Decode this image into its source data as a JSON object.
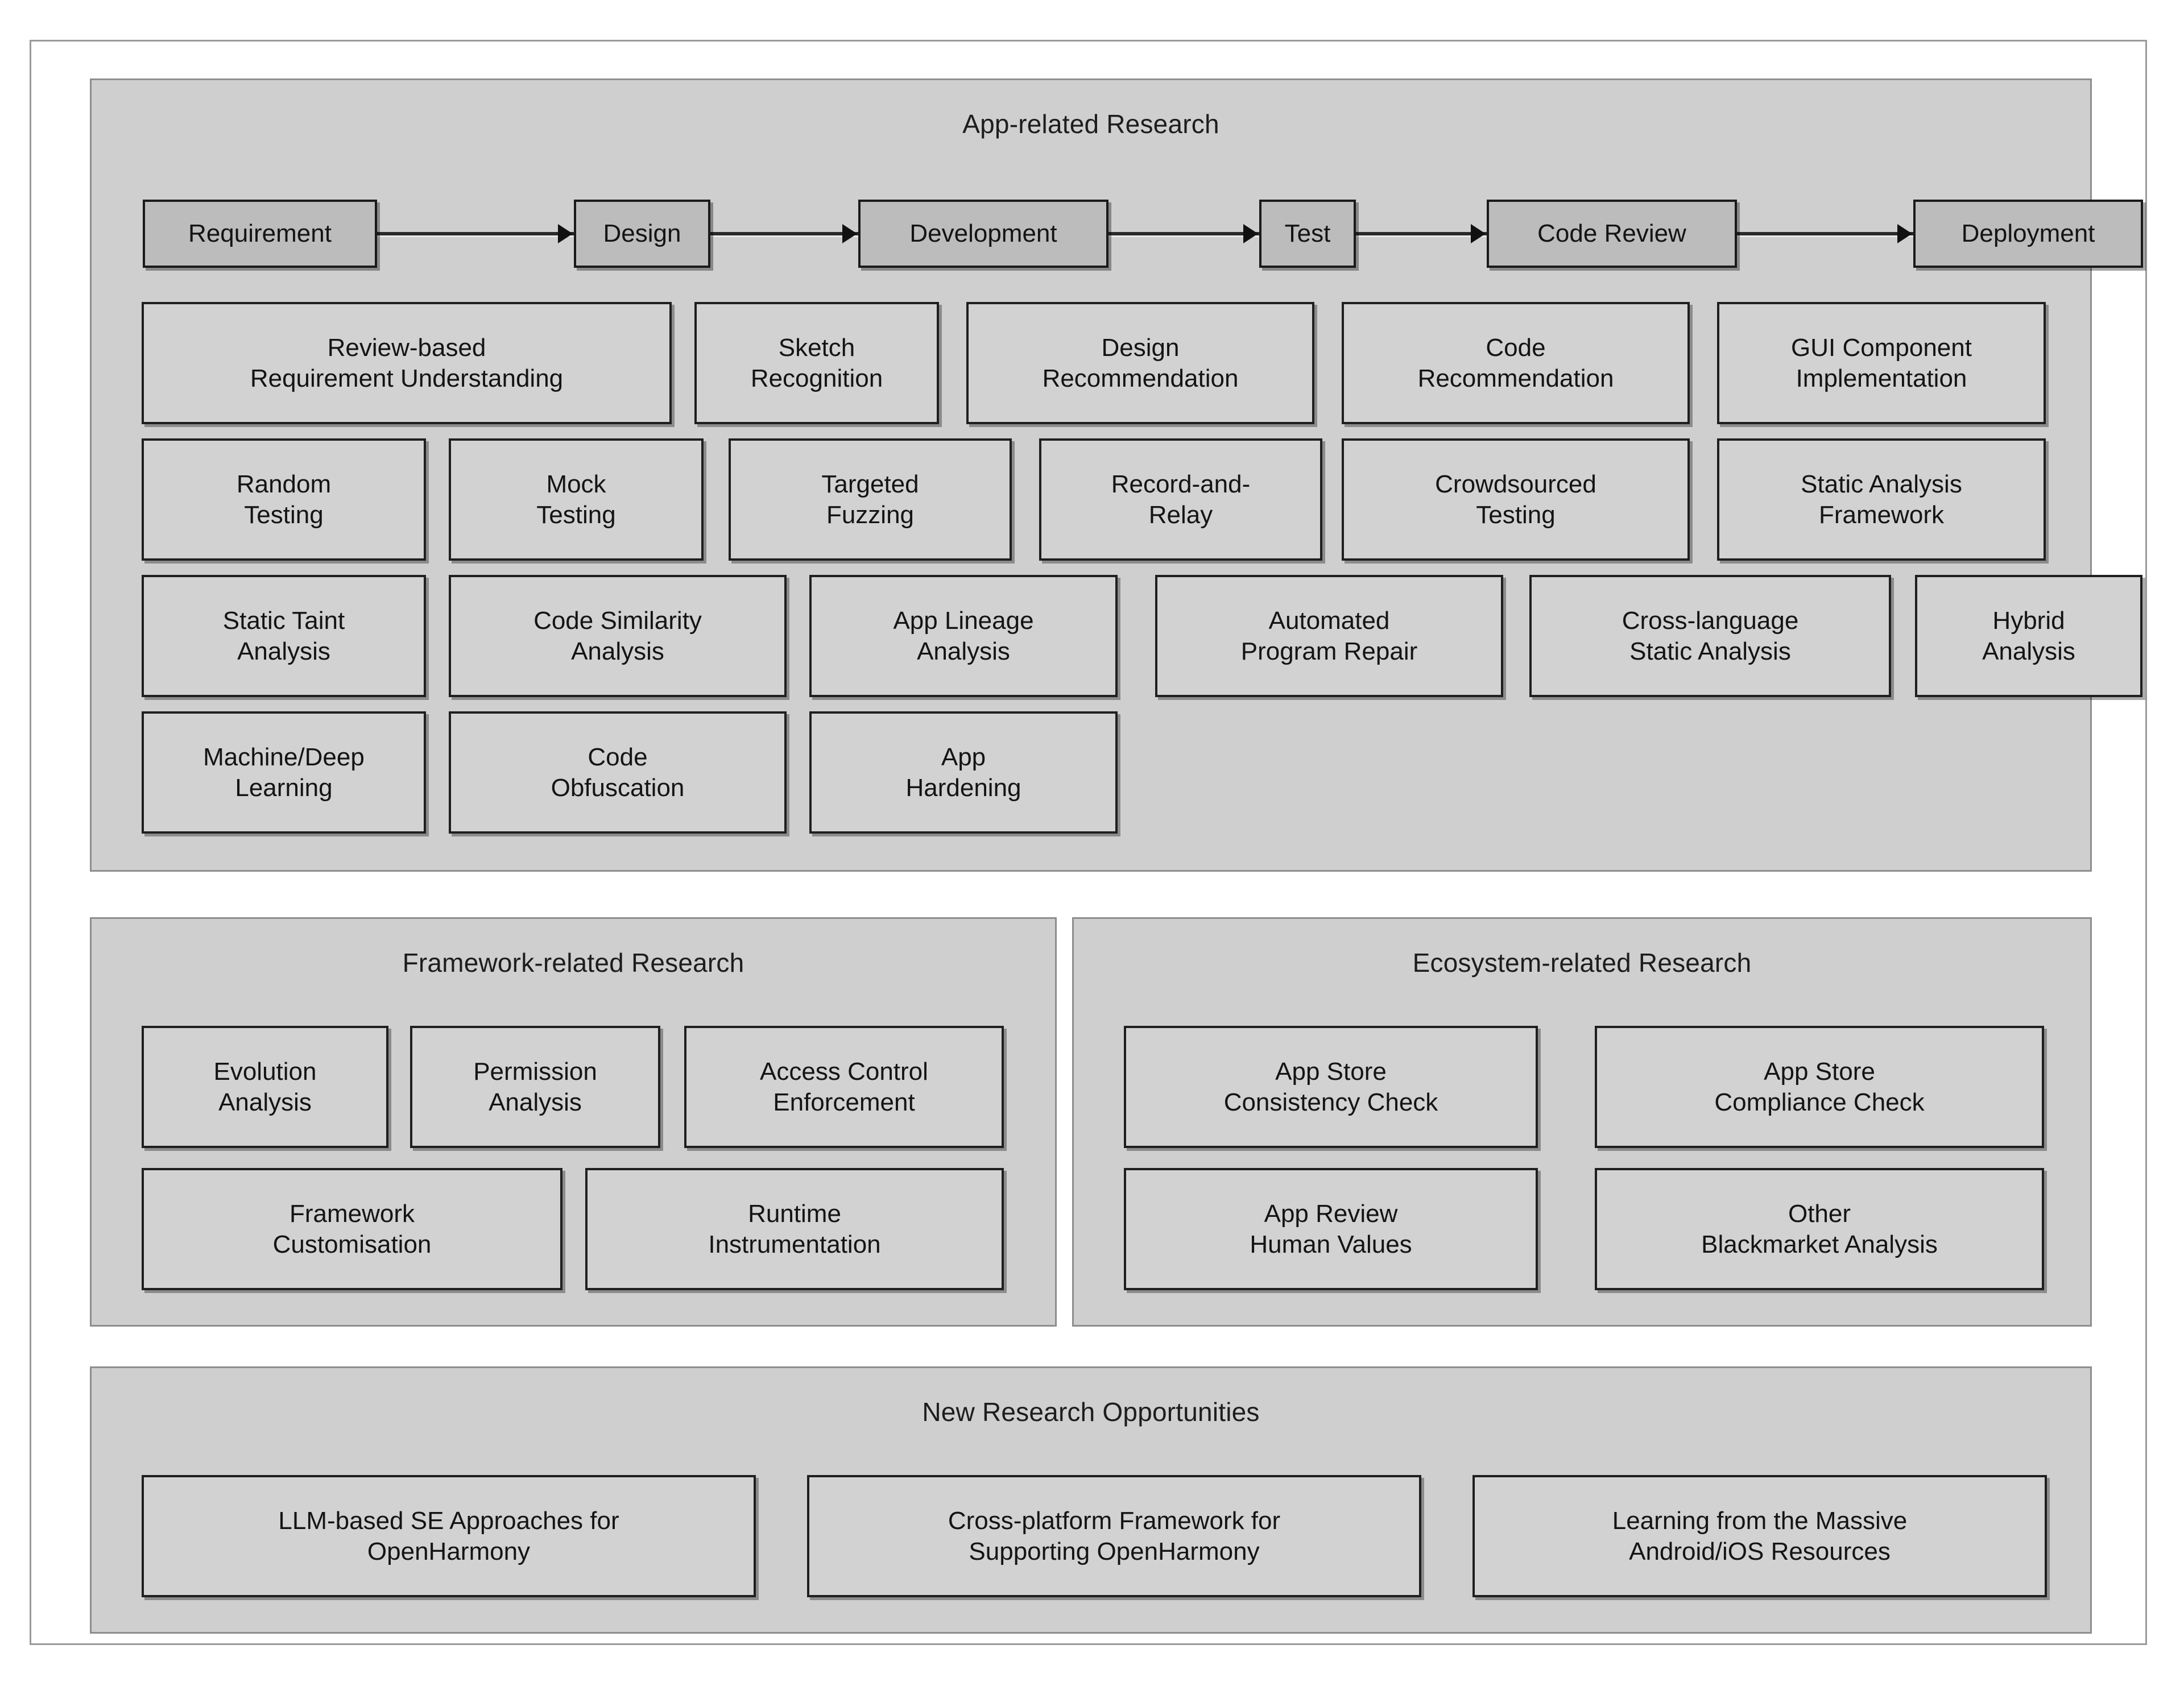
{
  "diagram": {
    "title_app": "App-related Research",
    "title_framework": "Framework-related Research",
    "title_ecosystem": "Ecosystem-related Research",
    "title_opportunities": "New Research Opportunities",
    "colors": {
      "panel_fill": "#cfcfcf",
      "panel_border": "#8e8e8e",
      "stage_fill": "#bcbcbc",
      "topic_fill": "#d2d2d2",
      "box_border": "#1f1f1f",
      "page_background": "#ffffff"
    }
  },
  "pipeline": {
    "stages": [
      {
        "label": "Requirement"
      },
      {
        "label": "Design"
      },
      {
        "label": "Development"
      },
      {
        "label": "Test"
      },
      {
        "label": "Code Review"
      },
      {
        "label": "Deployment"
      }
    ],
    "connector_icon": "arrow-right-icon"
  },
  "app_research": {
    "rows": [
      [
        {
          "lines": [
            "Review-based",
            "Requirement Understanding"
          ]
        },
        {
          "lines": [
            "Sketch",
            "Recognition"
          ]
        },
        {
          "lines": [
            "Design",
            "Recommendation"
          ]
        },
        {
          "lines": [
            "Code",
            "Recommendation"
          ]
        },
        {
          "lines": [
            "GUI Component",
            "Implementation"
          ]
        }
      ],
      [
        {
          "lines": [
            "Random",
            "Testing"
          ]
        },
        {
          "lines": [
            "Mock",
            "Testing"
          ]
        },
        {
          "lines": [
            "Targeted",
            "Fuzzing"
          ]
        },
        {
          "lines": [
            "Record-and-",
            "Relay"
          ]
        },
        {
          "lines": [
            "Crowdsourced",
            "Testing"
          ]
        },
        {
          "lines": [
            "Static Analysis",
            "Framework"
          ]
        }
      ],
      [
        {
          "lines": [
            "Static Taint",
            "Analysis"
          ]
        },
        {
          "lines": [
            "Code Similarity",
            "Analysis"
          ]
        },
        {
          "lines": [
            "App Lineage",
            "Analysis"
          ]
        },
        {
          "lines": [
            "Automated",
            "Program Repair"
          ]
        },
        {
          "lines": [
            "Cross-language",
            "Static Analysis"
          ]
        },
        {
          "lines": [
            "Hybrid",
            "Analysis"
          ]
        }
      ],
      [
        {
          "lines": [
            "Machine/Deep",
            "Learning"
          ]
        },
        {
          "lines": [
            "Code",
            "Obfuscation"
          ]
        },
        {
          "lines": [
            "App",
            "Hardening"
          ]
        }
      ]
    ]
  },
  "framework_research": {
    "rows": [
      [
        {
          "lines": [
            "Evolution",
            "Analysis"
          ]
        },
        {
          "lines": [
            "Permission",
            "Analysis"
          ]
        },
        {
          "lines": [
            "Access Control",
            "Enforcement"
          ]
        }
      ],
      [
        {
          "lines": [
            "Framework",
            "Customisation"
          ]
        },
        {
          "lines": [
            "Runtime",
            "Instrumentation"
          ]
        }
      ]
    ]
  },
  "ecosystem_research": {
    "rows": [
      [
        {
          "lines": [
            "App Store",
            "Consistency Check"
          ]
        },
        {
          "lines": [
            "App Store",
            "Compliance Check"
          ]
        }
      ],
      [
        {
          "lines": [
            "App Review",
            "Human Values"
          ]
        },
        {
          "lines": [
            "Other",
            "Blackmarket Analysis"
          ]
        }
      ]
    ]
  },
  "opportunities": {
    "items": [
      {
        "lines": [
          "LLM-based SE Approaches for",
          "OpenHarmony"
        ]
      },
      {
        "lines": [
          "Cross-platform Framework for",
          "Supporting OpenHarmony"
        ]
      },
      {
        "lines": [
          "Learning from the Massive",
          "Android/iOS Resources"
        ]
      }
    ]
  }
}
